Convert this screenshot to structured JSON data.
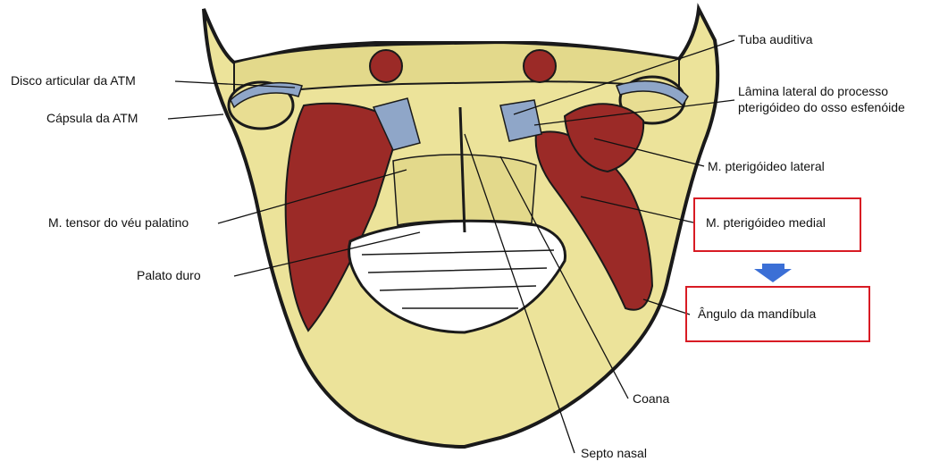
{
  "labels": {
    "disco": "Disco articular da ATM",
    "capsula": "Cápsula da ATM",
    "tensor": "M. tensor do véu palatino",
    "palato": "Palato duro",
    "tuba": "Tuba auditiva",
    "lamina_1": "Lâmina lateral do processo",
    "lamina_2": "pterigóideo do osso esfenóide",
    "pt_lateral": "M. pterigóideo lateral",
    "pt_medial": "M. pterigóideo medial",
    "angulo": "Ângulo da mandíbula",
    "coana": "Coana",
    "septo": "Septo nasal"
  },
  "colors": {
    "highlight_box": "#d81b24",
    "arrow": "#3b6fd6",
    "bone": "#ece39a",
    "muscle": "#9b2a27",
    "cartilage": "#8fa6c8"
  }
}
